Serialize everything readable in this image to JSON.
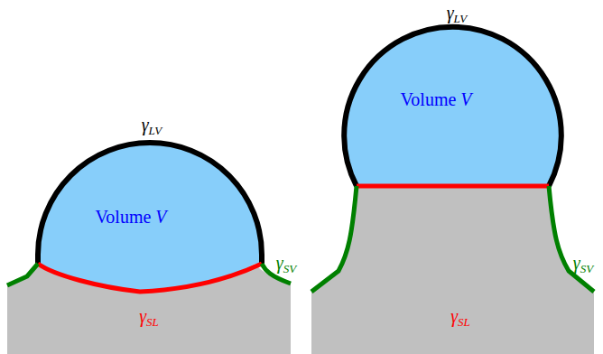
{
  "diagram": {
    "labels": [
      "γLV",
      "Volume V",
      "γSV",
      "γSL",
      "γLV",
      "Volume V",
      "γSV",
      "γSL"
    ]
  }
}
